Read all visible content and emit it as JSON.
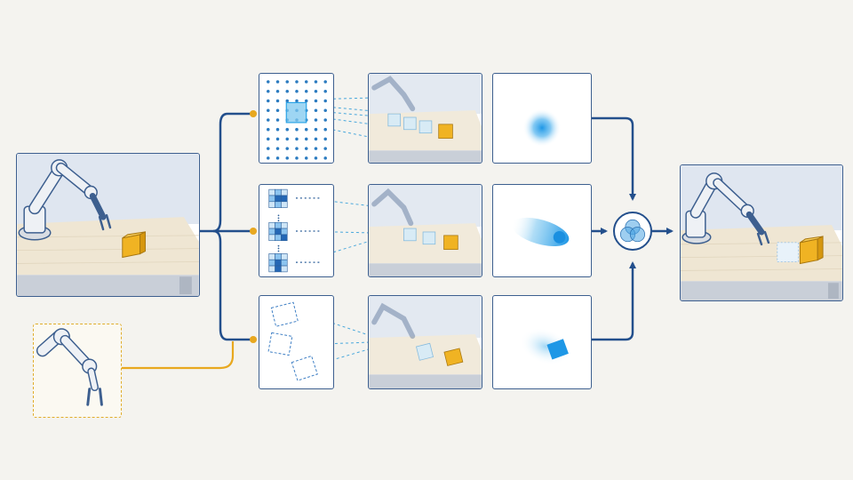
{
  "palette": {
    "background": "#f4f3ef",
    "frame_blue": "#3d5f8f",
    "flow_blue": "#234f8c",
    "highlight_blue": "#2aa3e6",
    "cube_gold": "#f0b323",
    "reference_gold": "#e0ad2c"
  },
  "diagram": {
    "input": {
      "image": "robot-arm-with-gold-cube",
      "icon": "robot-arm-icon"
    },
    "reference": {
      "image": "robot-arm-gripper-closeup",
      "icon": "robot-gripper-icon"
    },
    "branches": [
      {
        "encoding": "dot-grid-patch",
        "prediction": "ghost-cubes-path",
        "heatmap": "centered-blob"
      },
      {
        "encoding": "stacked-grid-tokens",
        "prediction": "ghost-cubes-trajectory",
        "heatmap": "streak-blob"
      },
      {
        "encoding": "rotated-dashed-boxes",
        "prediction": "tilted-cube",
        "heatmap": "tilted-cube-blob"
      }
    ],
    "fusion": {
      "icon": "venn-fusion-icon"
    },
    "output": {
      "image": "robot-arm-placing-cube",
      "icon": "robot-arm-icon"
    }
  }
}
